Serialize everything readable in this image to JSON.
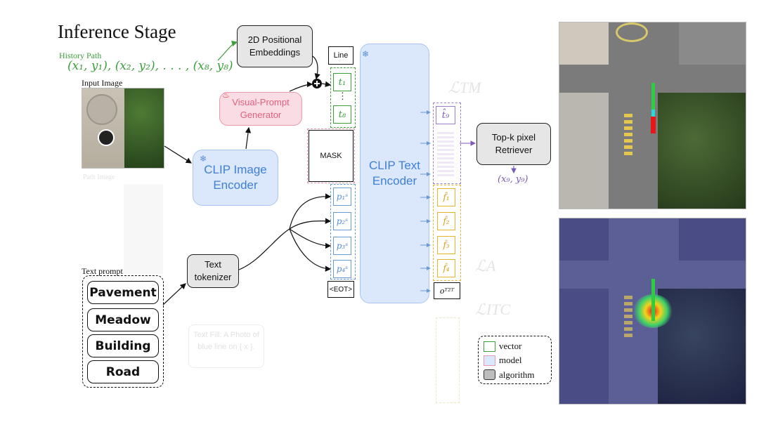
{
  "title": "Inference Stage",
  "history": {
    "label": "History Path",
    "formula": "(x₁, y₁), (x₂, y₂), . . . , (x₈, y₈)"
  },
  "input_image_label": "Input Image",
  "text_prompt_label": "Text prompt",
  "prompt_words": [
    "Pavement",
    "Meadow",
    "Building",
    "Road"
  ],
  "boxes": {
    "pos_embed": "2D Positional Embeddings",
    "vpg": "Visual-Prompt Generator",
    "clip_image": "CLIP Image Encoder",
    "clip_text": "CLIP Text Encoder",
    "tokenizer": "Text tokenizer",
    "retriever": "Top-k pixel Retriever",
    "line": "Line",
    "mask": "MASK",
    "eot": "<EOT>"
  },
  "tokens": {
    "t1": "t₁",
    "dots": "⋮",
    "t8": "t₈",
    "p1": "p₁ˢ",
    "p2": "p₂ˢ",
    "p3": "p₃ˢ",
    "p4": "p₄ˢ",
    "t9hat": "t̂₉",
    "f1": "f̂₁",
    "f2": "f̂₂",
    "f3": "f̂₃",
    "f4": "f̂₄",
    "ot2t": "oᵀ²ᵀ"
  },
  "output": "(x₉, y₉)",
  "legend": [
    {
      "label": "vector",
      "color": "#3d9e3d"
    },
    {
      "label": "model",
      "color": "#e99aae"
    },
    {
      "label": "algorithm",
      "color": "#333333"
    }
  ],
  "ghost_text": {
    "loss_tm": "ℒTM",
    "loss_a": "ℒA",
    "loss_itc": "ℒITC",
    "path_image": "Path Image",
    "text_fill": "Text Fill: A Photo of blue line on { x }."
  },
  "colors": {
    "vector": "#3d9e3d",
    "model_blue": "#a9c5ef",
    "model_pink": "#e99aae",
    "algorithm": "#333333"
  }
}
